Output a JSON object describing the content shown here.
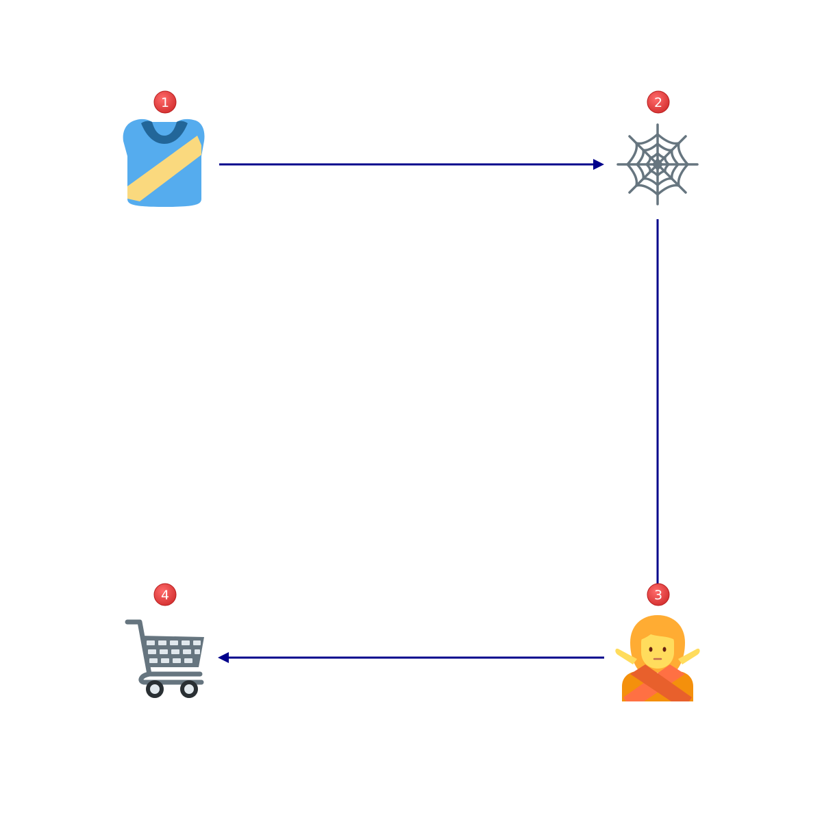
{
  "diagram": {
    "nodes": [
      {
        "id": 1,
        "badge": "1",
        "icon": "running-shirt-icon"
      },
      {
        "id": 2,
        "badge": "2",
        "icon": "spider-web-icon"
      },
      {
        "id": 3,
        "badge": "3",
        "icon": "person-gesturing-no-icon"
      },
      {
        "id": 4,
        "badge": "4",
        "icon": "shopping-cart-icon"
      }
    ],
    "edges": [
      {
        "from": 1,
        "to": 2,
        "arrow": true
      },
      {
        "from": 2,
        "to": 3,
        "arrow": false
      },
      {
        "from": 3,
        "to": 4,
        "arrow": true
      }
    ]
  },
  "colors": {
    "edge": "#00008b",
    "badge": "#e53935",
    "badge_text": "#ffffff"
  }
}
